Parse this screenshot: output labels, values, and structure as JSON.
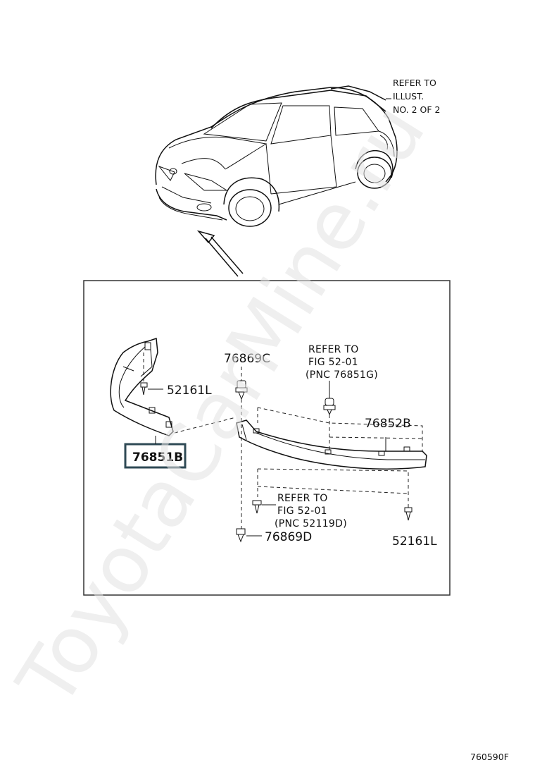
{
  "watermark": "ToyotaCarMine.ru",
  "car_note": [
    "REFER TO",
    "ILLUST.",
    "NO. 2 OF 2"
  ],
  "parts": {
    "p76869c": "76869C",
    "p52161l_left": "52161L",
    "p76851b": "76851B",
    "p76852b": "76852B",
    "p52161l_right": "52161L",
    "p76869d": "76869D"
  },
  "ref_top": [
    "REFER TO",
    "FIG 52-01",
    "(PNC 76851G)"
  ],
  "ref_bottom": [
    "REFER TO",
    "FIG 52-01",
    "(PNC 52119D)"
  ],
  "illustration_code": "760590F",
  "colors": {
    "ink": "#111111",
    "highlight_box_border": "#2f4a55",
    "watermark": "#e3e3e3"
  }
}
